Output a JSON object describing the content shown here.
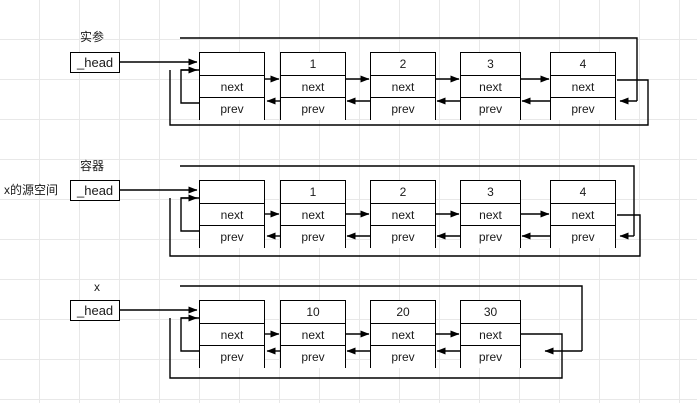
{
  "diagram": {
    "title": "doubly linked list copy diagram",
    "field_labels": {
      "value": "",
      "next": "next",
      "prev": "prev"
    },
    "head_label": "_head",
    "colors": {
      "line": "#000000",
      "text": "#1a1a1a",
      "grid": "#e8e8e8",
      "background": "#ffffff"
    }
  },
  "rows": [
    {
      "name": "row-actual-argument",
      "top_label": "实参",
      "side_label": "",
      "head": "_head",
      "nodes": [
        {
          "value": "",
          "next": "next",
          "prev": "prev",
          "sentinel": true
        },
        {
          "value": "1",
          "next": "next",
          "prev": "prev",
          "sentinel": false
        },
        {
          "value": "2",
          "next": "next",
          "prev": "prev",
          "sentinel": false
        },
        {
          "value": "3",
          "next": "next",
          "prev": "prev",
          "sentinel": false
        },
        {
          "value": "4",
          "next": "next",
          "prev": "prev",
          "sentinel": false
        }
      ]
    },
    {
      "name": "row-container",
      "top_label": "容器",
      "side_label": "x的源空间",
      "head": "_head",
      "nodes": [
        {
          "value": "",
          "next": "next",
          "prev": "prev",
          "sentinel": true
        },
        {
          "value": "1",
          "next": "next",
          "prev": "prev",
          "sentinel": false
        },
        {
          "value": "2",
          "next": "next",
          "prev": "prev",
          "sentinel": false
        },
        {
          "value": "3",
          "next": "next",
          "prev": "prev",
          "sentinel": false
        },
        {
          "value": "4",
          "next": "next",
          "prev": "prev",
          "sentinel": false
        }
      ]
    },
    {
      "name": "row-x",
      "top_label": "x",
      "side_label": "",
      "head": "_head",
      "nodes": [
        {
          "value": "",
          "next": "next",
          "prev": "prev",
          "sentinel": true
        },
        {
          "value": "10",
          "next": "next",
          "prev": "prev",
          "sentinel": false
        },
        {
          "value": "20",
          "next": "next",
          "prev": "prev",
          "sentinel": false
        },
        {
          "value": "30",
          "next": "next",
          "prev": "prev",
          "sentinel": false
        }
      ]
    }
  ]
}
